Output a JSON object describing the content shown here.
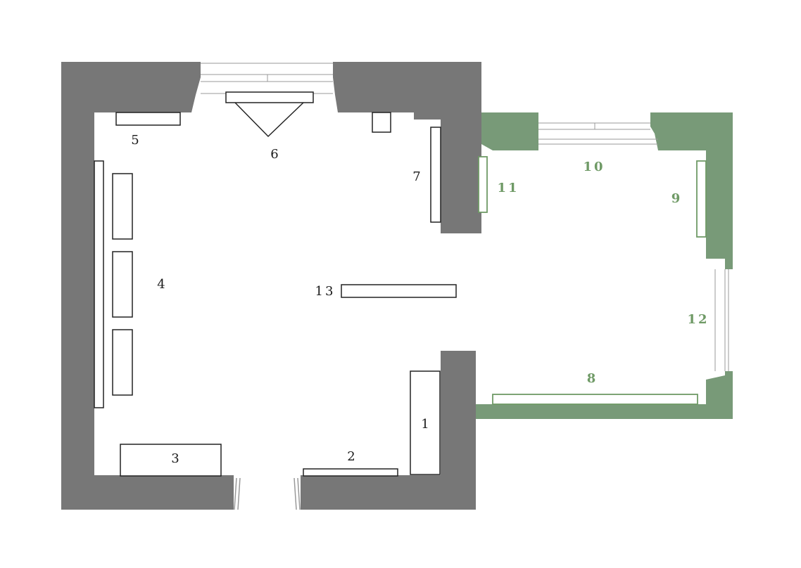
{
  "colors": {
    "wall_dark": "#777777",
    "wall_green": "#789a78",
    "label_dark": "#1a1a1a",
    "label_green": "#6f9a66",
    "outline": "#222222",
    "outline_green": "#6f9a66"
  },
  "labels": {
    "l1": "1",
    "l2": "2",
    "l3": "3",
    "l4": "4",
    "l5": "5",
    "l6": "6",
    "l7": "7",
    "l8": "8",
    "l9": "9",
    "l10": "10",
    "l11": "11",
    "l12": "12",
    "l13": "13"
  }
}
